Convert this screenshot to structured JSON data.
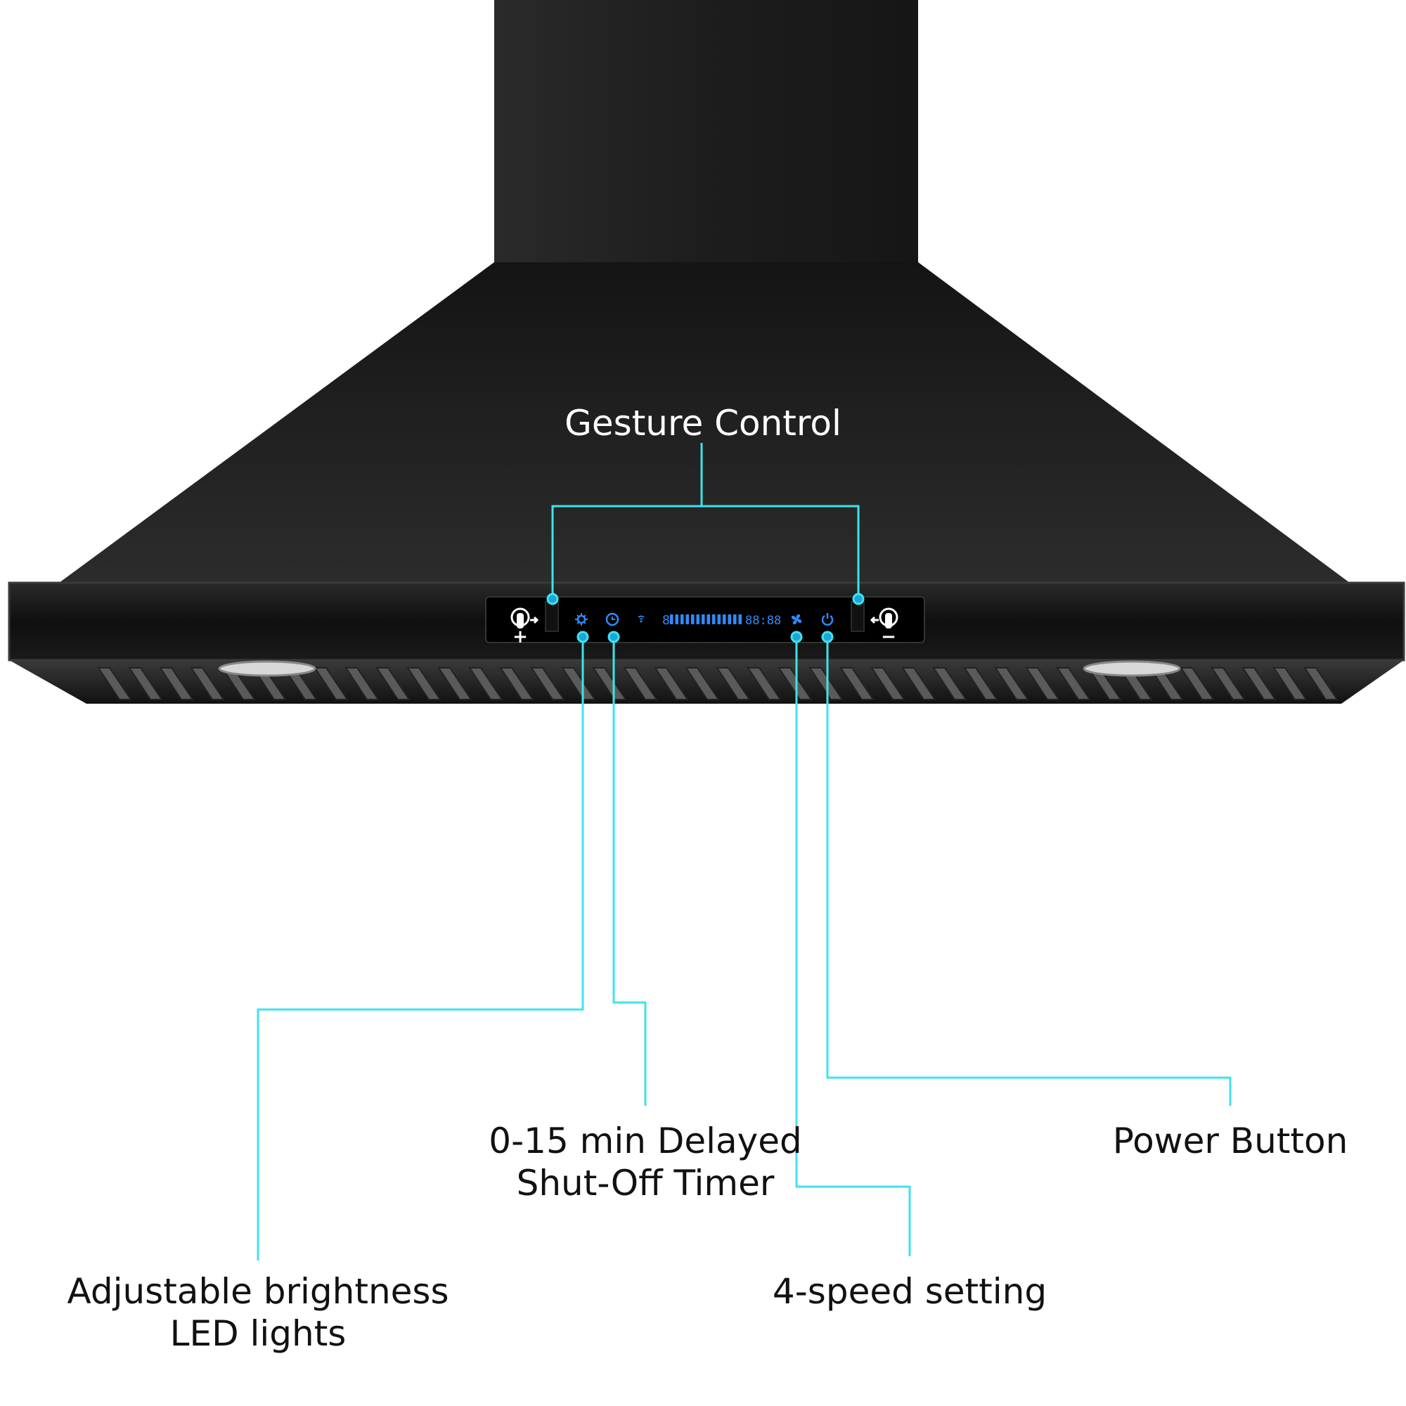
{
  "annotations": {
    "gesture_control": "Gesture Control",
    "timer": {
      "line1": "0-15 min Delayed",
      "line2": "Shut-Off Timer"
    },
    "power": "Power Button",
    "led": {
      "line1": "Adjustable brightness",
      "line2": "LED lights"
    },
    "speed": "4-speed setting"
  },
  "panel": {
    "display_digit": "8",
    "display_time": "88:88",
    "gesture_left_symbol": "+",
    "gesture_right_symbol": "−",
    "icons": [
      "light-icon",
      "timer-icon",
      "wifi-icon",
      "fan-icon",
      "power-icon"
    ]
  },
  "colors": {
    "callout_line": "#3fe3ec",
    "hood_body": "#1c1c1c",
    "display_blue": "#2e8bff",
    "background": "#ffffff"
  }
}
